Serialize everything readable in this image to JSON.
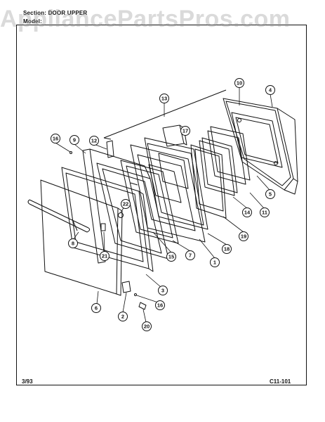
{
  "header": {
    "section_line": "Section:  DOOR UPPER",
    "model_line": "Model:"
  },
  "footer": {
    "date": "3/93",
    "page_code": "C11-101"
  },
  "watermark": "AppliancePartsPros.com",
  "callouts": [
    "1",
    "2",
    "3",
    "4",
    "5",
    "6",
    "7",
    "8",
    "10",
    "11",
    "12",
    "13",
    "14",
    "15",
    "16",
    "16",
    "17",
    "18",
    "19",
    "20",
    "21",
    "22",
    "9"
  ],
  "colors": {
    "ink": "#111111",
    "watermark": "#a0a0a0"
  }
}
